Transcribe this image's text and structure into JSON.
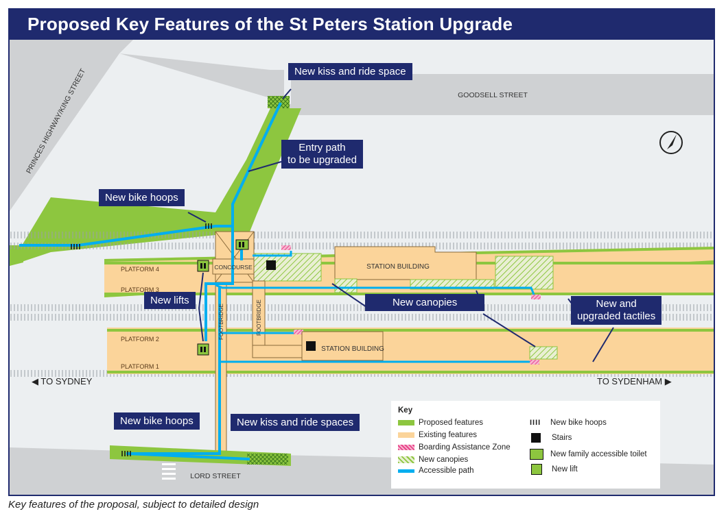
{
  "title": "Proposed Key Features of the St Peters Station Upgrade",
  "caption": "Key features of the proposal, subject to detailed design",
  "streets": {
    "goodsell": "GOODSELL STREET",
    "princes": "PRINCES HIGHWAY/KING STREET",
    "lord": "LORD STREET"
  },
  "platforms": {
    "p1": "PLATFORM 1",
    "p2": "PLATFORM 2",
    "p3": "PLATFORM 3",
    "p4": "PLATFORM 4"
  },
  "labels": {
    "concourse": "CONCOURSE",
    "station_building_north": "STATION BUILDING",
    "station_building_south": "STATION BUILDING",
    "footbridge_a": "FOOTBRIDGE",
    "footbridge_b": "FOOTBRIDGE"
  },
  "directions": {
    "west": "TO SYDNEY",
    "east": "TO SYDENHAM"
  },
  "callouts": {
    "kiss_ride_space": "New kiss and ride space",
    "entry_path_line1": "Entry path",
    "entry_path_line2": "to be upgraded",
    "bike_hoops_north": "New bike hoops",
    "new_lifts": "New lifts",
    "new_canopies": "New canopies",
    "tactiles_line1": "New and",
    "tactiles_line2": "upgraded tactiles",
    "bike_hoops_south": "New bike hoops",
    "kiss_ride_spaces": "New kiss and ride spaces"
  },
  "legend": {
    "title": "Key",
    "items": [
      {
        "label": "Proposed features",
        "swatch": "proposed"
      },
      {
        "label": "Existing features",
        "swatch": "existing"
      },
      {
        "label": "Boarding Assistance Zone",
        "swatch": "boarding"
      },
      {
        "label": "New canopies",
        "swatch": "canopy"
      },
      {
        "label": "Accessible path",
        "swatch": "path"
      },
      {
        "label": "New bike hoops",
        "swatch": "bike-hoops"
      },
      {
        "label": "Stairs",
        "swatch": "stairs"
      },
      {
        "label": "New family accessible toilet",
        "swatch": "toilet"
      },
      {
        "label": "New lift",
        "swatch": "lift"
      }
    ]
  },
  "colors": {
    "title_bar": "#1f2a6e",
    "proposed": "#8dc63f",
    "existing": "#fbd49a",
    "road": "#cfd1d3",
    "background": "#eceff1",
    "path": "#00aeef",
    "boarding": "#e8438a"
  },
  "icons": {
    "north": "north-arrow-icon"
  }
}
